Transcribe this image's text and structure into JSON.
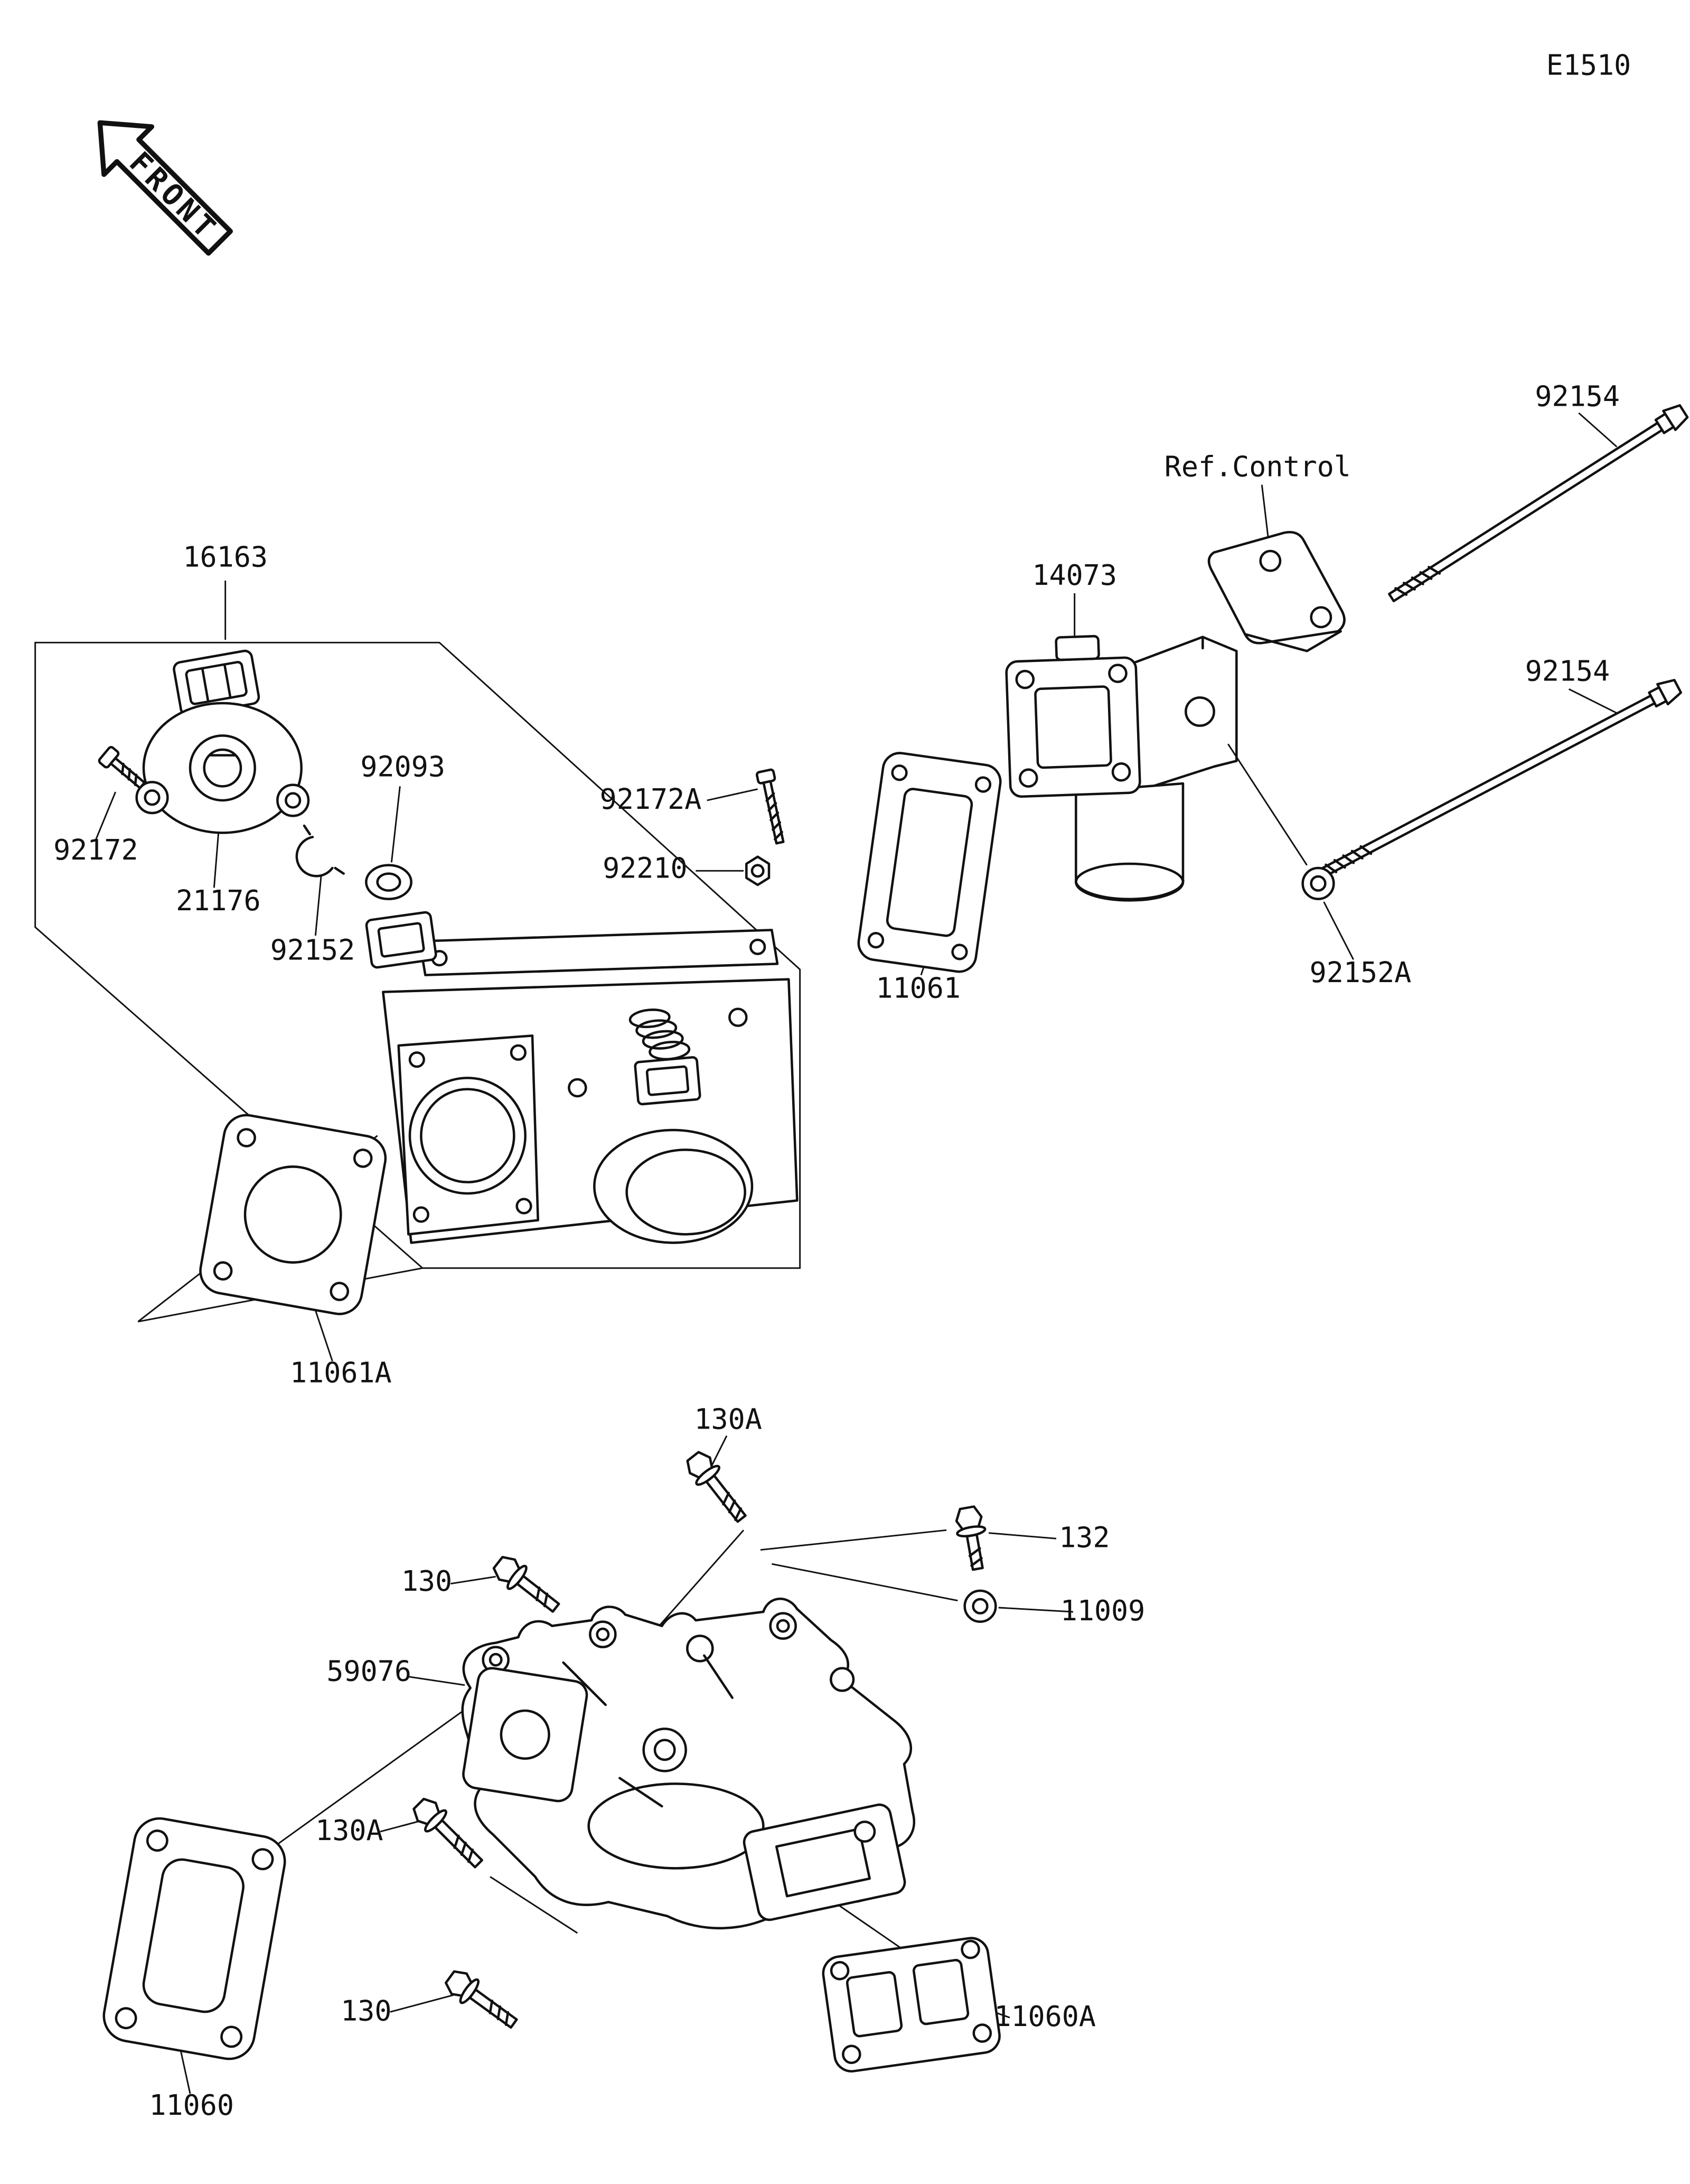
{
  "page": {
    "diagram_code": "E1510"
  },
  "front_marker": {
    "label": "FRONT"
  },
  "parts": [
    {
      "ref": "16163"
    },
    {
      "ref": "92172"
    },
    {
      "ref": "21176"
    },
    {
      "ref": "92152"
    },
    {
      "ref": "92093"
    },
    {
      "ref": "92172A"
    },
    {
      "ref": "92210"
    },
    {
      "ref": "11061"
    },
    {
      "ref": "14073"
    },
    {
      "ref": "Ref.Control"
    },
    {
      "ref": "92154"
    },
    {
      "ref": "92154"
    },
    {
      "ref": "92152A"
    },
    {
      "ref": "11061A"
    },
    {
      "ref": "130A"
    },
    {
      "ref": "130"
    },
    {
      "ref": "132"
    },
    {
      "ref": "11009"
    },
    {
      "ref": "59076"
    },
    {
      "ref": "130A"
    },
    {
      "ref": "130"
    },
    {
      "ref": "11060"
    },
    {
      "ref": "11060A"
    }
  ]
}
